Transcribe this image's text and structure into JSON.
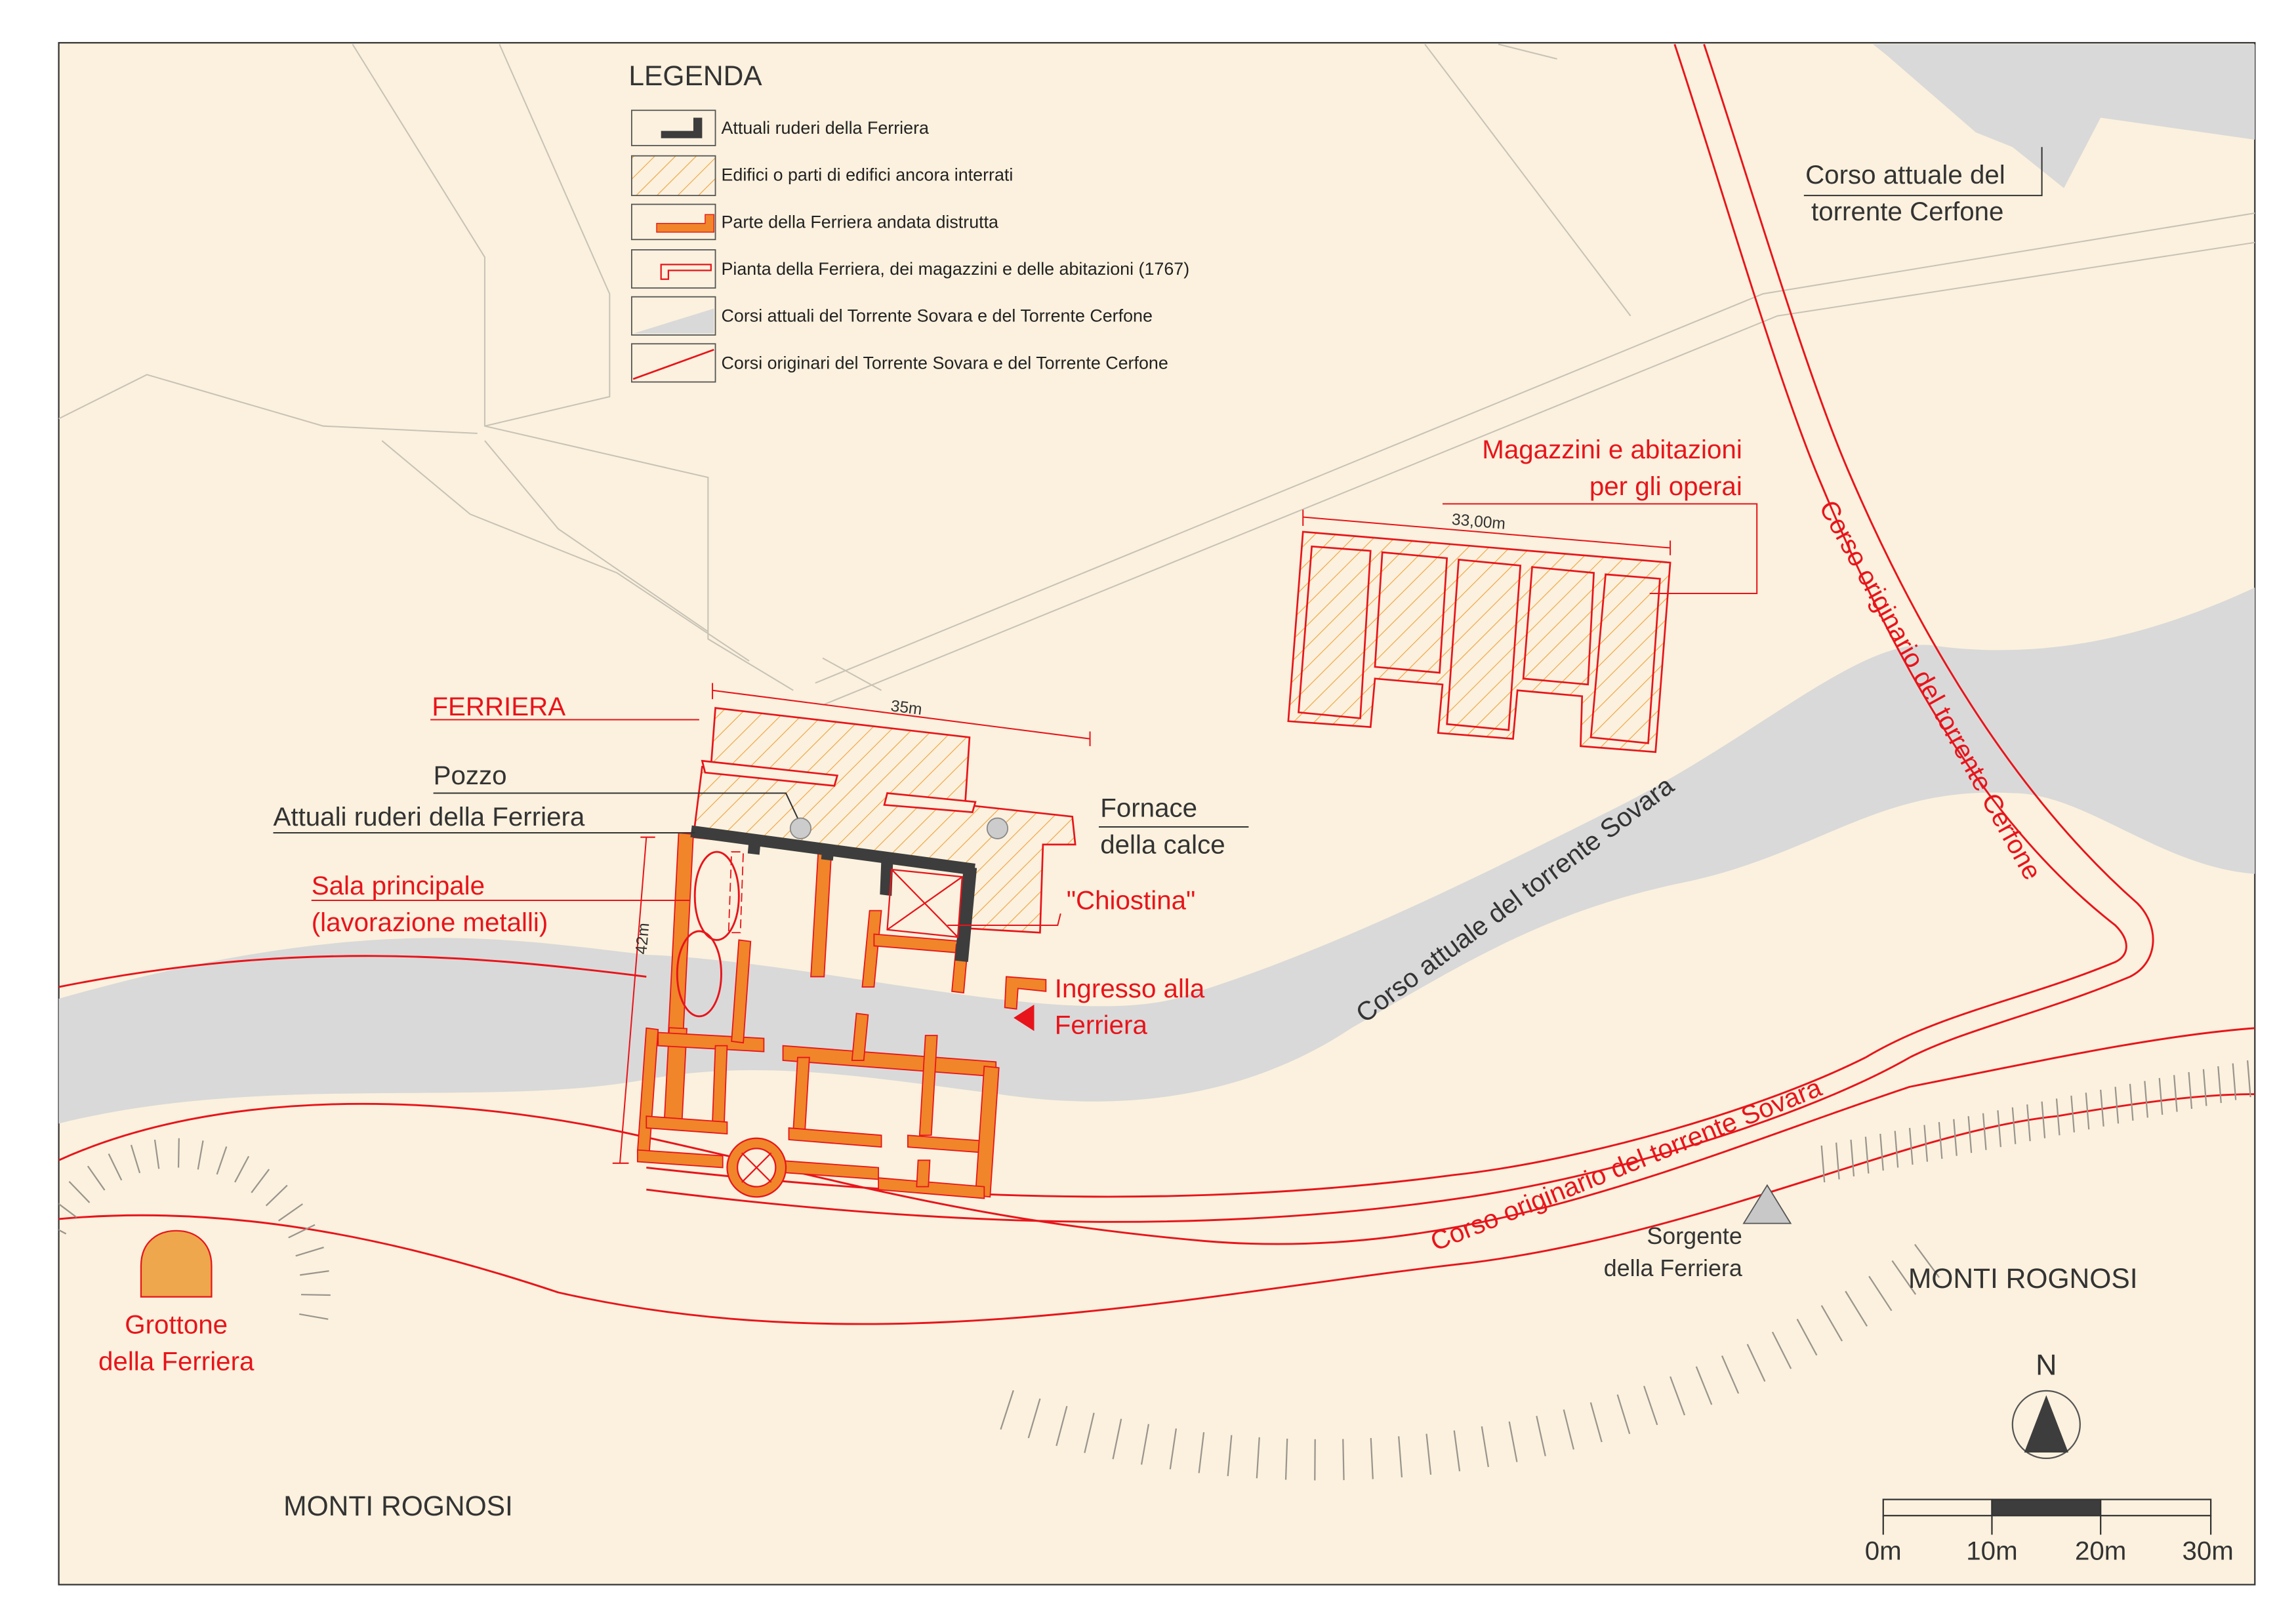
{
  "colors": {
    "background": "#fbf1de",
    "river_current": "#d9d9d9",
    "original_course": "#e8141b",
    "ruins": "#3d3d3d",
    "destroyed": "#f0852a",
    "buried_hatch": "#f0a23c",
    "red_label": "#e8141b",
    "dark_label": "#333333",
    "grottone_fill": "#eea74c",
    "faint_lines": "#c8c2b6"
  },
  "legend": {
    "title": "LEGENDA",
    "items": [
      {
        "swatch": "ruins",
        "label": "Attuali ruderi della Ferriera"
      },
      {
        "swatch": "buried",
        "label": "Edifici o parti di edifici ancora interrati"
      },
      {
        "swatch": "destroyed",
        "label": "Parte della Ferriera andata distrutta"
      },
      {
        "swatch": "plan1767",
        "label": "Pianta della Ferriera, dei magazzini e delle abitazioni (1767)"
      },
      {
        "swatch": "current_course",
        "label": "Corsi attuali del Torrente Sovara e del Torrente Cerfone"
      },
      {
        "swatch": "original_course",
        "label": "Corsi originari del Torrente Sovara e del Torrente Cerfone"
      }
    ]
  },
  "labels": {
    "ferriera": "FERRIERA",
    "pozzo": "Pozzo",
    "ruderi": "Attuali ruderi della Ferriera",
    "sala_line1": "Sala principale",
    "sala_line2": "(lavorazione metalli)",
    "fornace_line1": "Fornace",
    "fornace_line2": "della calce",
    "chiostina": "\"Chiostina\"",
    "ingresso_line1": "Ingresso alla",
    "ingresso_line2": "Ferriera",
    "magazzini_line1": "Magazzini e abitazioni",
    "magazzini_line2": "per gli operai",
    "cerfone_attuale_line1": "Corso attuale del",
    "cerfone_attuale_line2": "torrente Cerfone",
    "cerfone_originario": "Corso originario del torrente Cerfone",
    "sovara_attuale": "Corso attuale del torrente Sovara",
    "sovara_originario": "Corso originario  del torrente Sovara",
    "sorgente_line1": "Sorgente",
    "sorgente_line2": "della Ferriera",
    "grottone_line1": "Grottone",
    "grottone_line2": "della Ferriera",
    "monti_right": "MONTI ROGNOSI",
    "monti_left": "MONTI ROGNOSI"
  },
  "dimensions": {
    "ferriera_width": "35m",
    "ferriera_height": "42m",
    "magazzini_width": "33,00m"
  },
  "compass": {
    "label": "N"
  },
  "scale_bar": {
    "ticks": [
      "0m",
      "10m",
      "20m",
      "30m"
    ]
  }
}
